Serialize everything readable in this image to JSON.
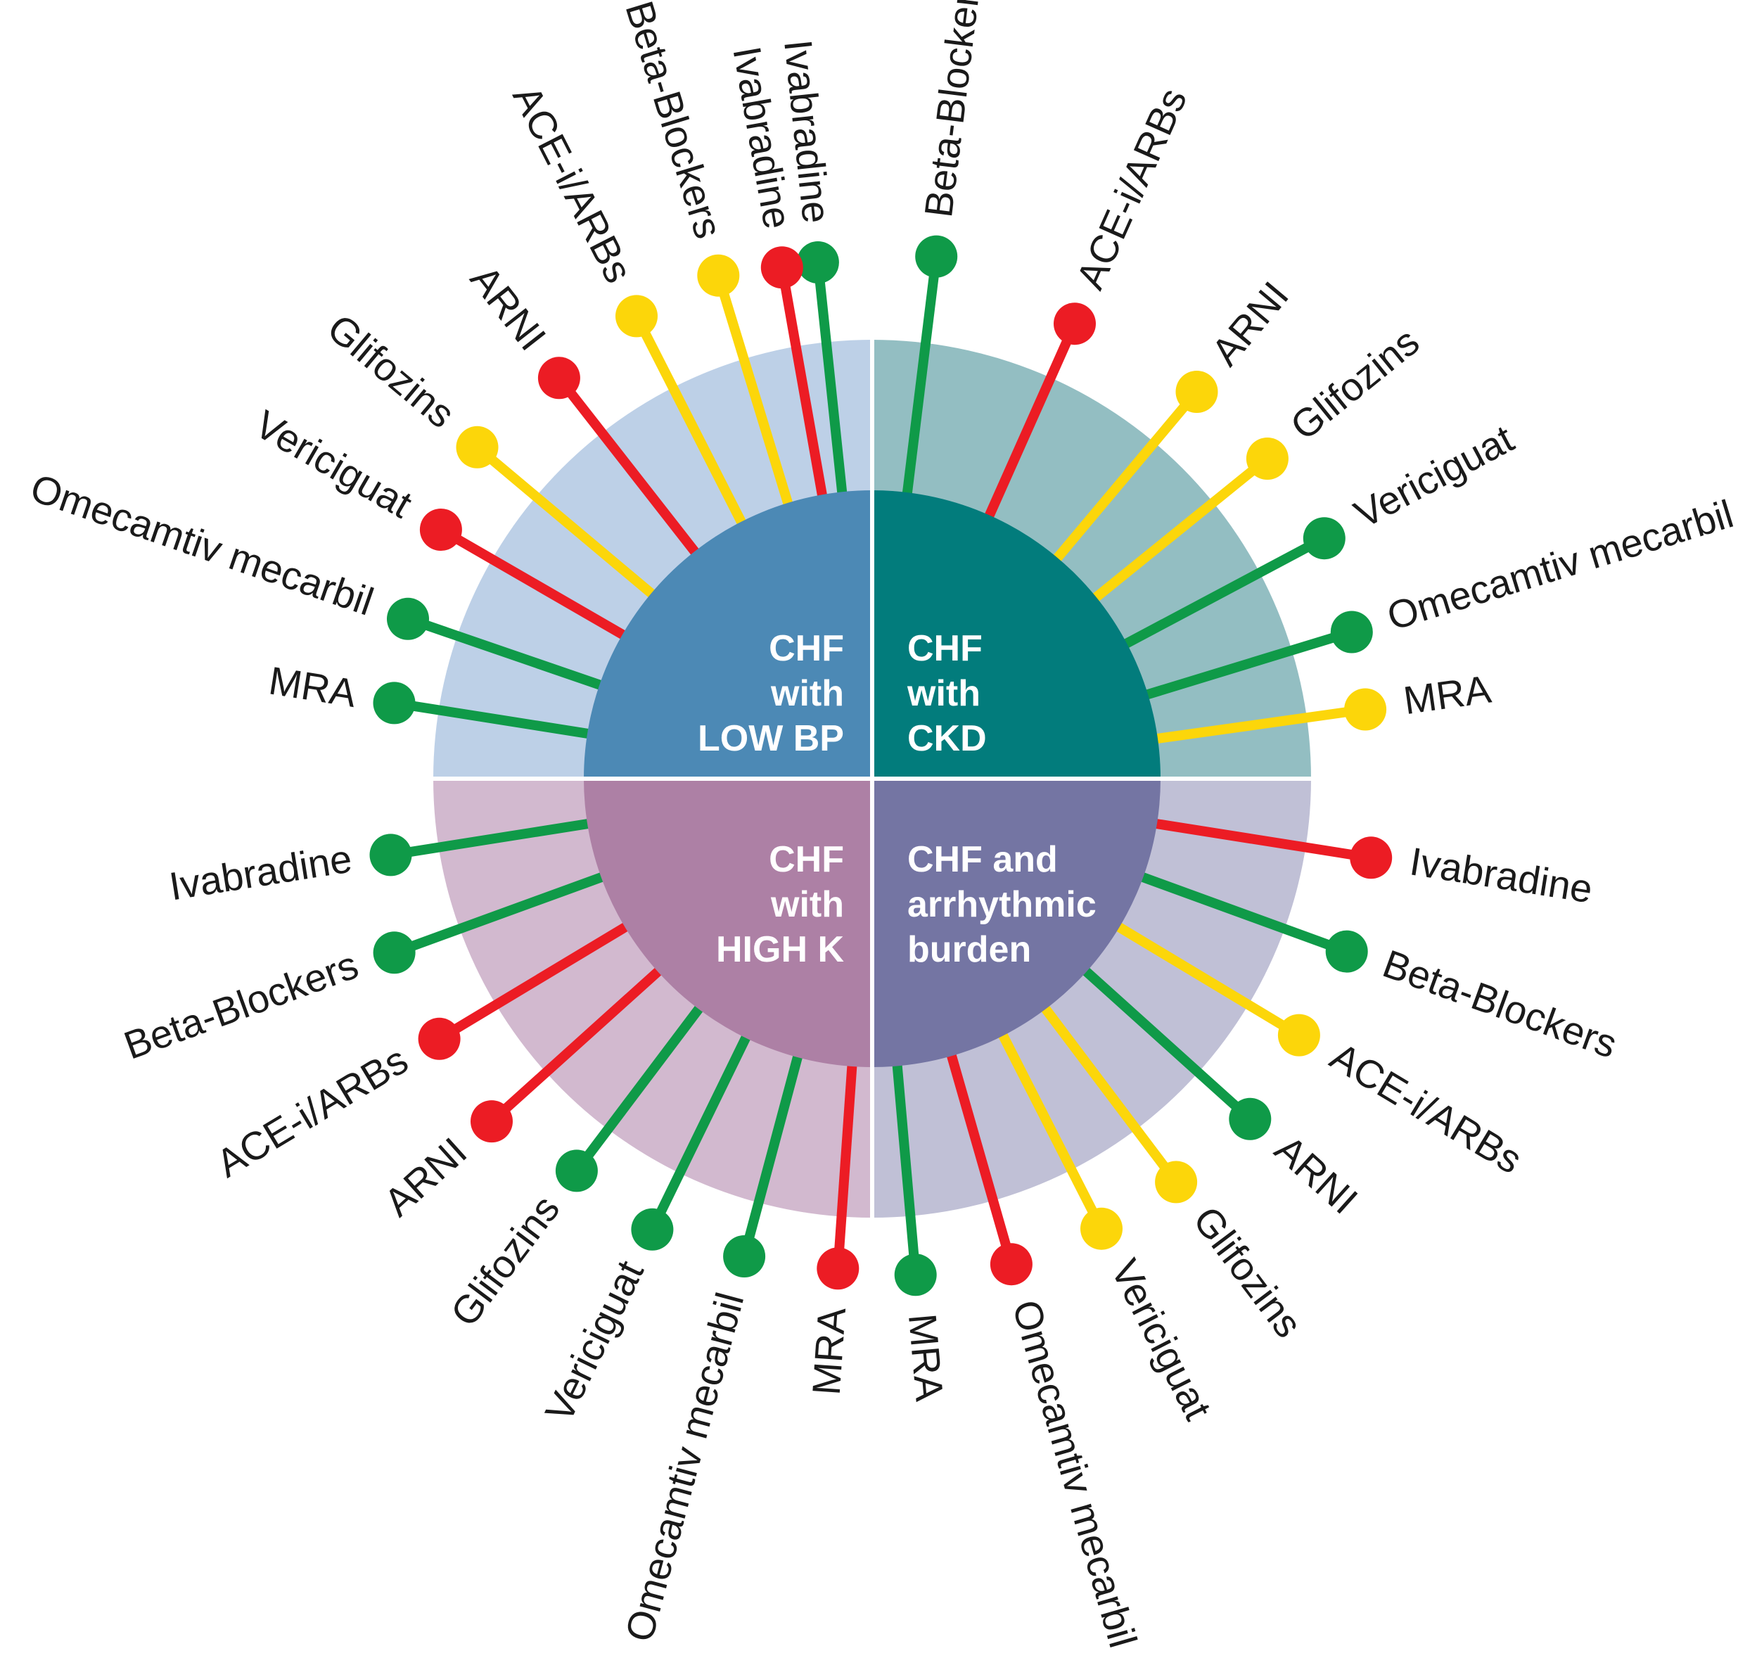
{
  "colors": {
    "green": "#0f9a48",
    "yellow": "#fcd60a",
    "red": "#ec1c24",
    "white": "#ffffff"
  },
  "quadrants": [
    {
      "id": "low-bp",
      "lines": [
        "CHF",
        "with",
        "LOW BP"
      ],
      "inner_color": "#4c89b5",
      "outer_color": "#bdd0e7",
      "drugs": [
        {
          "label": "MRA",
          "status": "green"
        },
        {
          "label": "Omecamtiv mecarbil",
          "status": "green"
        },
        {
          "label": "Vericiguat",
          "status": "red"
        },
        {
          "label": "Glifozins",
          "status": "yellow"
        },
        {
          "label": "ARNI",
          "status": "red"
        },
        {
          "label": "ACE-i/ARBs",
          "status": "yellow"
        },
        {
          "label": "Beta-Blockers",
          "status": "yellow"
        },
        {
          "label": "Ivabradine",
          "status": "green"
        }
      ]
    },
    {
      "id": "ckd",
      "lines": [
        "CHF",
        "with",
        "CKD"
      ],
      "inner_color": "#027c7c",
      "outer_color": "#93bec2",
      "drugs": [
        {
          "label": "Ivabradine",
          "status": "red"
        },
        {
          "label": "Beta-Blockers",
          "status": "green"
        },
        {
          "label": "ACE-i/ARBs",
          "status": "red"
        },
        {
          "label": "ARNI",
          "status": "yellow"
        },
        {
          "label": "Glifozins",
          "status": "yellow"
        },
        {
          "label": "Vericiguat",
          "status": "green"
        },
        {
          "label": "Omecamtiv mecarbil",
          "status": "green"
        },
        {
          "label": "MRA",
          "status": "yellow"
        }
      ]
    },
    {
      "id": "arrhythmic",
      "lines": [
        "CHF and",
        "arrhythmic",
        "burden"
      ],
      "inner_color": "#7475a3",
      "outer_color": "#c0c0d6",
      "drugs": [
        {
          "label": "Ivabradine",
          "status": "red"
        },
        {
          "label": "Beta-Blockers",
          "status": "green"
        },
        {
          "label": "ACE-i/ARBs",
          "status": "yellow"
        },
        {
          "label": "ARNI",
          "status": "green"
        },
        {
          "label": "Glifozins",
          "status": "yellow"
        },
        {
          "label": "Vericiguat",
          "status": "yellow"
        },
        {
          "label": "Omecamtiv mecarbil",
          "status": "red"
        },
        {
          "label": "MRA",
          "status": "green"
        }
      ]
    },
    {
      "id": "high-k",
      "lines": [
        "CHF",
        "with",
        "HIGH K"
      ],
      "inner_color": "#ad80a5",
      "outer_color": "#d2b9cf",
      "drugs": [
        {
          "label": "MRA",
          "status": "red"
        },
        {
          "label": "Omecamtiv mecarbil",
          "status": "green"
        },
        {
          "label": "Vericiguat",
          "status": "green"
        },
        {
          "label": "Glifozins",
          "status": "green"
        },
        {
          "label": "ARNI",
          "status": "red"
        },
        {
          "label": "ACE-i/ARBs",
          "status": "red"
        },
        {
          "label": "Beta-Blockers",
          "status": "green"
        },
        {
          "label": "Ivabradine",
          "status": "green"
        }
      ]
    }
  ]
}
